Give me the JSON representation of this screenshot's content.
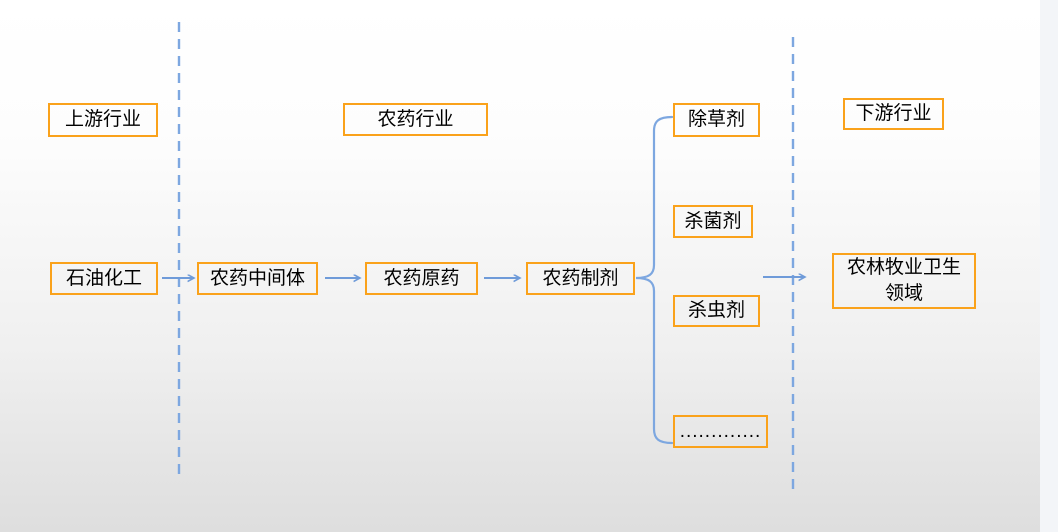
{
  "diagram_title": "pesticide-industry-chain-diagram",
  "sections": {
    "upstream_label": "上游行业",
    "industry_label": "农药行业",
    "downstream_label": "下游行业"
  },
  "boxes": {
    "petrochemical": "石油化工",
    "intermediates": "农药中间体",
    "technical": "农药原药",
    "formulations": "农药制剂",
    "herbicide": "除草剂",
    "fungicide": "杀菌剂",
    "insecticide": "杀虫剂",
    "ellipsis": ".............",
    "application": "农林牧业卫生领域"
  },
  "connectors": {
    "flow": [
      "petrochemical->intermediates",
      "intermediates->technical",
      "technical->formulations",
      "products->application"
    ],
    "brace": "formulations->{herbicide,fungicide,insecticide,ellipsis}",
    "dividers": [
      "upstream|industry",
      "industry|downstream"
    ]
  },
  "colors": {
    "box_border_orange": "#faa21b",
    "arrow_blue": "#6f9bd9",
    "dashed_divider_blue": "#7da7e0",
    "text_black": "#000000"
  }
}
